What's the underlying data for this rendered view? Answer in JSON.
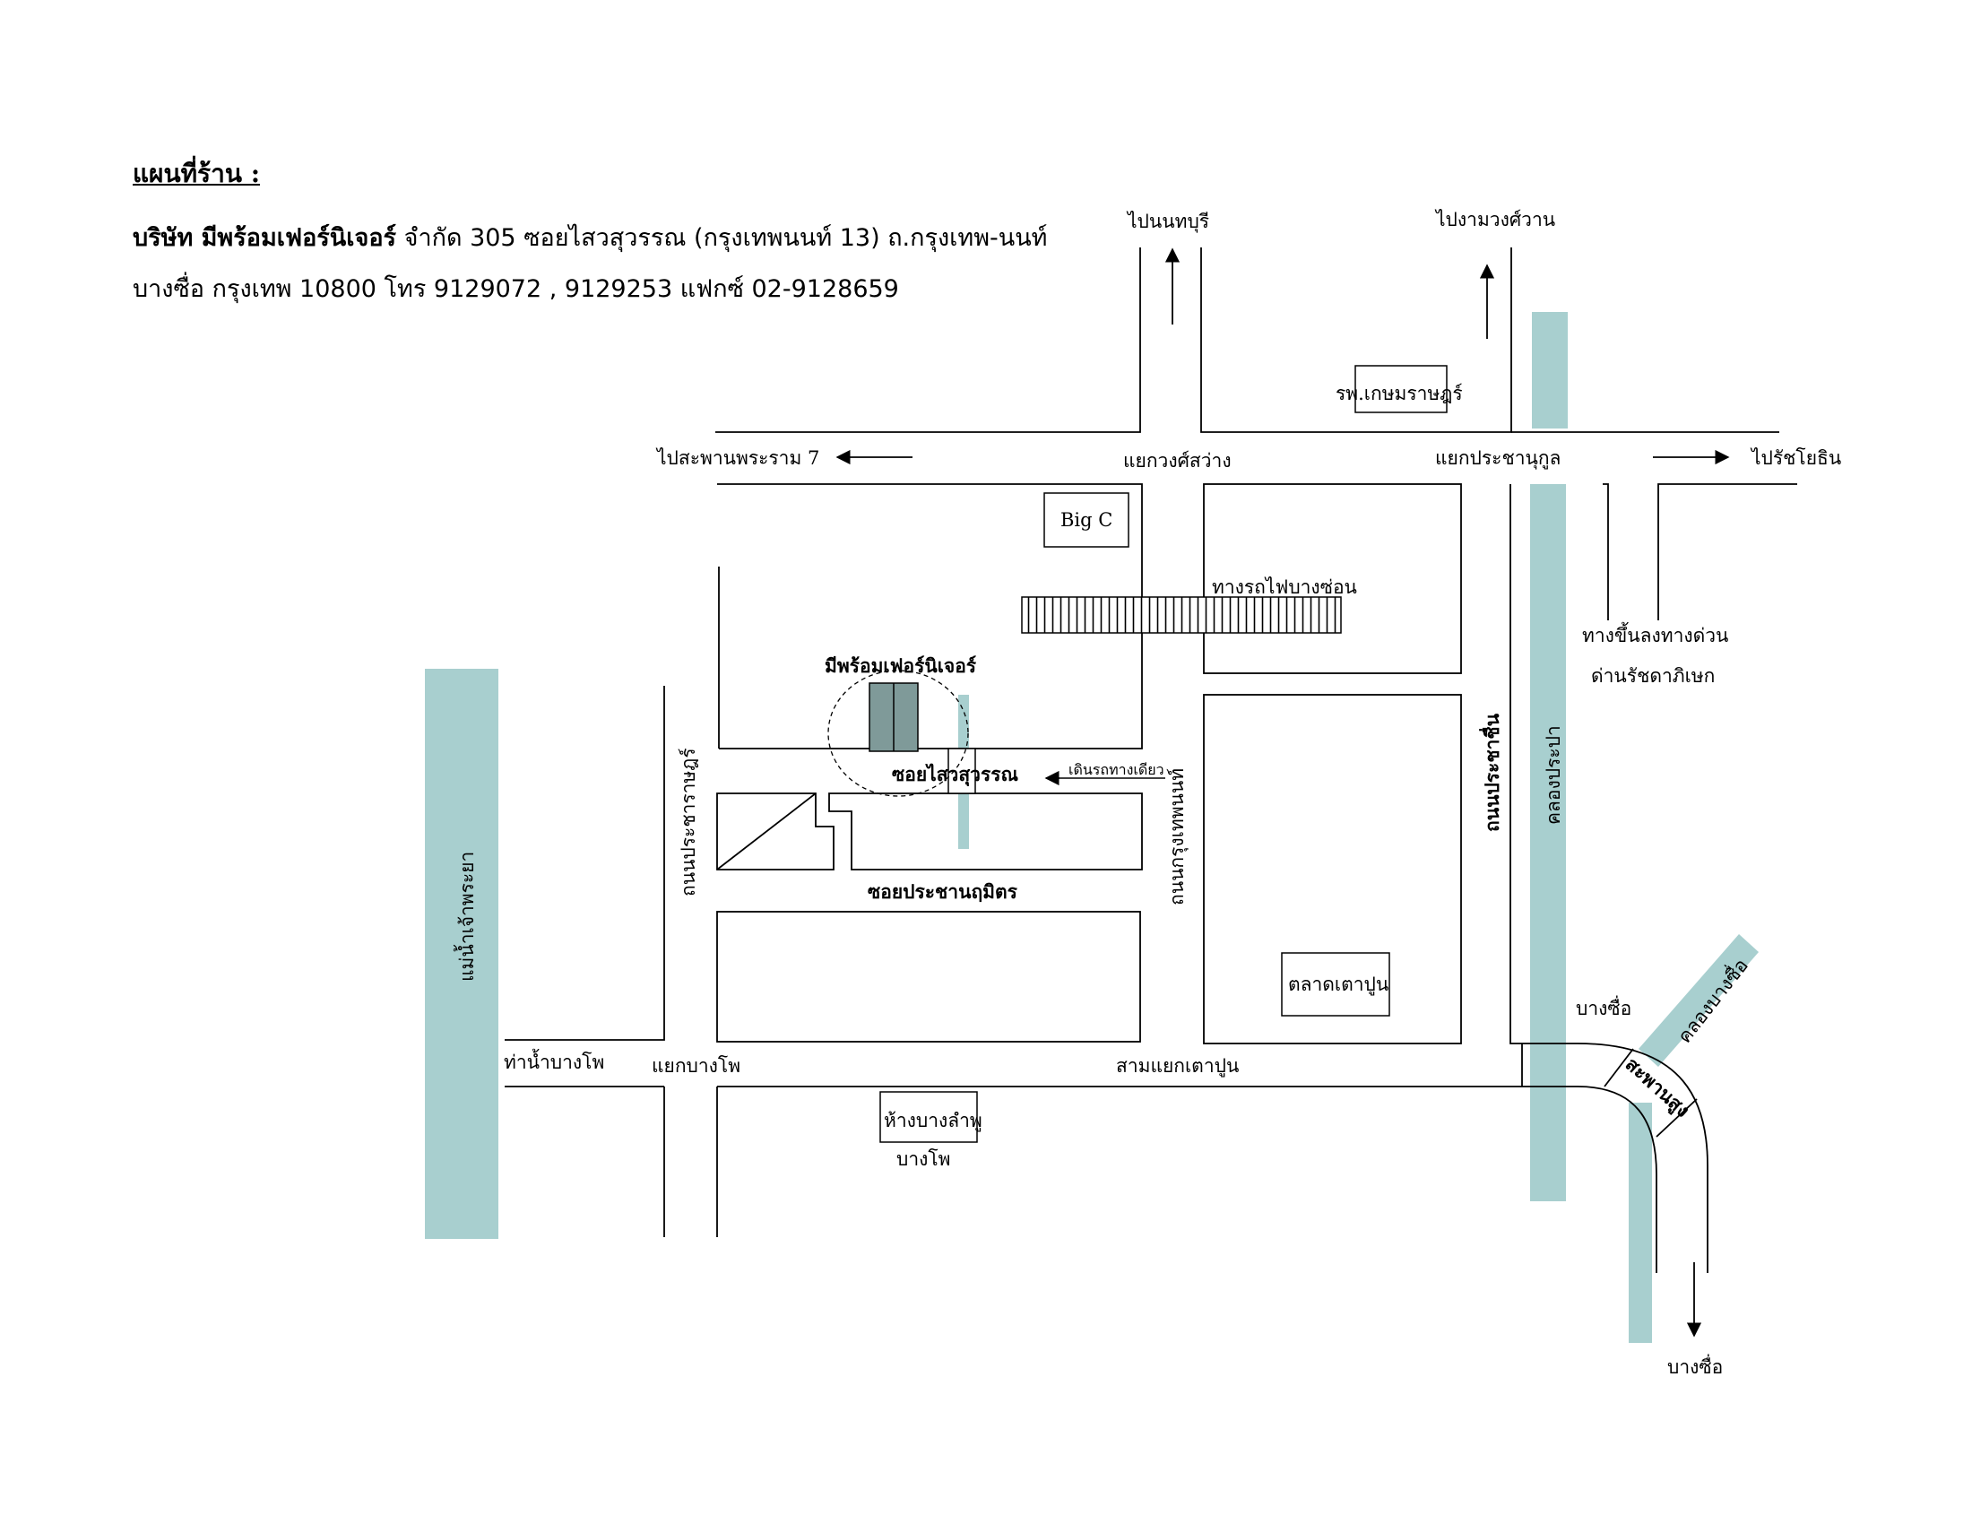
{
  "header": {
    "title": "แผนที่ร้าน :",
    "company": "บริษัท มีพร้อมเฟอร์นิเจอร์",
    "address_line1": " จำกัด  305 ซอยไสวสุวรรณ (กรุงเทพนนท์ 13) ถ.กรุงเทพ-นนท์",
    "address_line2": "บางซื่อ กรุงเทพ 10800 โทร  9129072 , 9129253  แฟกซ์ 02-9128659"
  },
  "map": {
    "water_color": "#a8cfcf",
    "shop_color": "#7f9a99",
    "labels": {
      "to_nonthaburi": "ไปนนทบุรี",
      "to_ngamwongwan": "ไปงามวงศ์วาน",
      "kasemrad_hospital": "รพ.เกษมราษฎร์",
      "to_rama7_bridge": "ไปสะพานพระราม 7",
      "wongsawang_junction": "แยกวงศ์สว่าง",
      "prachanukul_junction": "แยกประชานุกูล",
      "to_ratchayothin": "ไปรัชโยธิน",
      "big_c": "Big C",
      "bang_son_railway": "ทางรถไฟบางซ่อน",
      "expressway_ramp": "ทางขึ้นลงทางด่วน",
      "ratchada_toll": "ด่านรัชดาภิเษก",
      "shop_name": "มีพร้อมเฟอร์นิเจอร์",
      "soi_sawai_suwan": "ซอยไสวสุวรรณ",
      "one_way": "เดินรถทางเดียว",
      "pracharat_road": "ถนนประชาราษฎร์",
      "krungthep_nonthaburi_road": "ถนนกรุงเทพนนท์",
      "prachachuen_road": "ถนนประชาชื่น",
      "prapa_canal": "คลองประปา",
      "soi_pracha_niramit": "ซอยประชานฤมิตร",
      "chao_phraya_river": "แม่น้ำเจ้าพระยา",
      "bang_pho_pier": "ท่าน้ำบางโพ",
      "bang_pho_junction": "แยกบางโพ",
      "sam_yaek_tao_pun": "สามแยกเตาปูน",
      "tao_pun_market": "ตลาดเตาปูน",
      "bang_sue_left": "บางซื่อ",
      "bang_sue_canal": "คลองบางซื่อ",
      "saphan_sung": "สะพานสูง",
      "bang_lamphu_store": "ห้างบางลำพู",
      "bang_pho": "บางโพ",
      "bang_sue_bottom": "บางซื่อ"
    }
  }
}
